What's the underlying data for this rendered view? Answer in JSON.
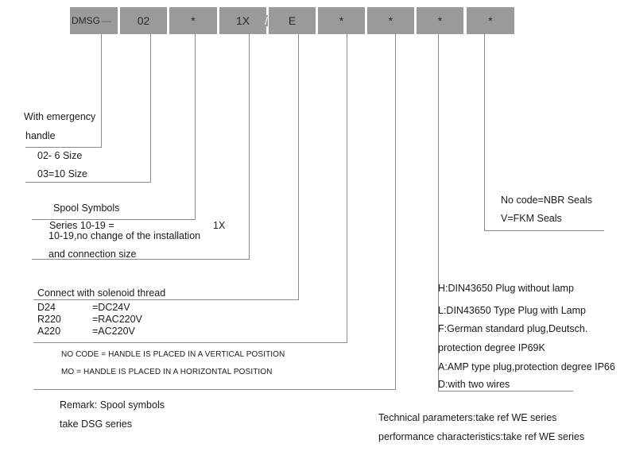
{
  "code_boxes": [
    "DMSG",
    "02",
    "*",
    "1X",
    "E",
    "*",
    "*",
    "*",
    "*"
  ],
  "separators": [
    "—",
    "/"
  ],
  "emergency": {
    "line1": "With emergency",
    "line2": "handle"
  },
  "size": {
    "line1": "02- 6 Size",
    "line2": "03=10 Size"
  },
  "spool": {
    "title": "Spool Symbols"
  },
  "series": {
    "line1": "Series 10-19 =",
    "code": "1X",
    "line2": "10-19,no change of the installation",
    "line3": "and connection size"
  },
  "solenoid": {
    "title": "Connect with solenoid thread",
    "rows": [
      {
        "code": "D24",
        "value": "=DC24V"
      },
      {
        "code": "R220",
        "value": "=RAC220V"
      },
      {
        "code": "A220",
        "value": "=AC220V"
      }
    ]
  },
  "handle_position": {
    "line1": "NO CODE = HANDLE IS PLACED IN A VERTICAL POSITION",
    "line2": "MO = HANDLE IS PLACED IN A HORIZONTAL POSITION"
  },
  "remark": {
    "line1": "Remark: Spool symbols",
    "line2": "take DSG series"
  },
  "seals": {
    "line1": "No code=NBR Seals",
    "line2": "V=FKM Seals"
  },
  "plugs": [
    "H:DIN43650 Plug without lamp",
    "L:DIN43650 Type Plug with Lamp",
    "F:German standard plug,Deutsch.",
    "protection degree IP69K",
    "A:AMP type plug,protection degree IP66",
    "D:with two wires"
  ],
  "technical": {
    "line1": "Technical parameters:take ref WE series",
    "line2": "performance characteristics:take ref  WE series"
  }
}
